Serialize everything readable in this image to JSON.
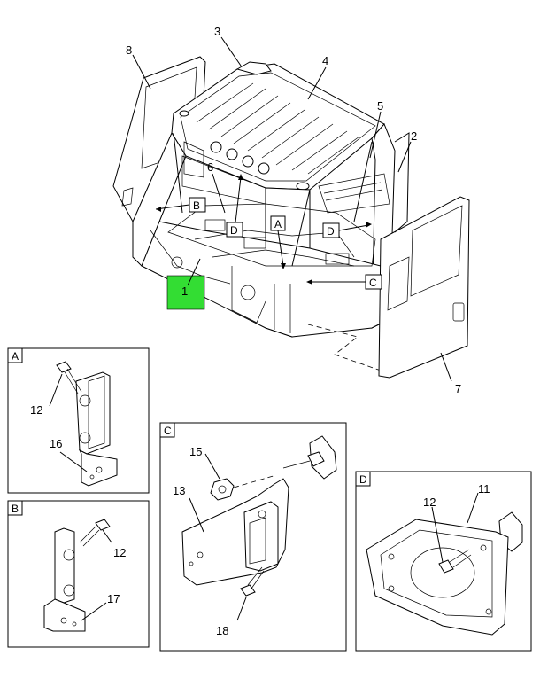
{
  "diagram": {
    "callouts": [
      "1",
      "2",
      "3",
      "4",
      "5",
      "6",
      "7",
      "8",
      "12",
      "16",
      "12",
      "17",
      "15",
      "13",
      "18",
      "12",
      "11"
    ],
    "view_refs": [
      "B",
      "A",
      "D",
      "D",
      "C"
    ],
    "panel_labels": [
      "A",
      "B",
      "C",
      "D"
    ],
    "highlight_color": "#33dd33"
  }
}
